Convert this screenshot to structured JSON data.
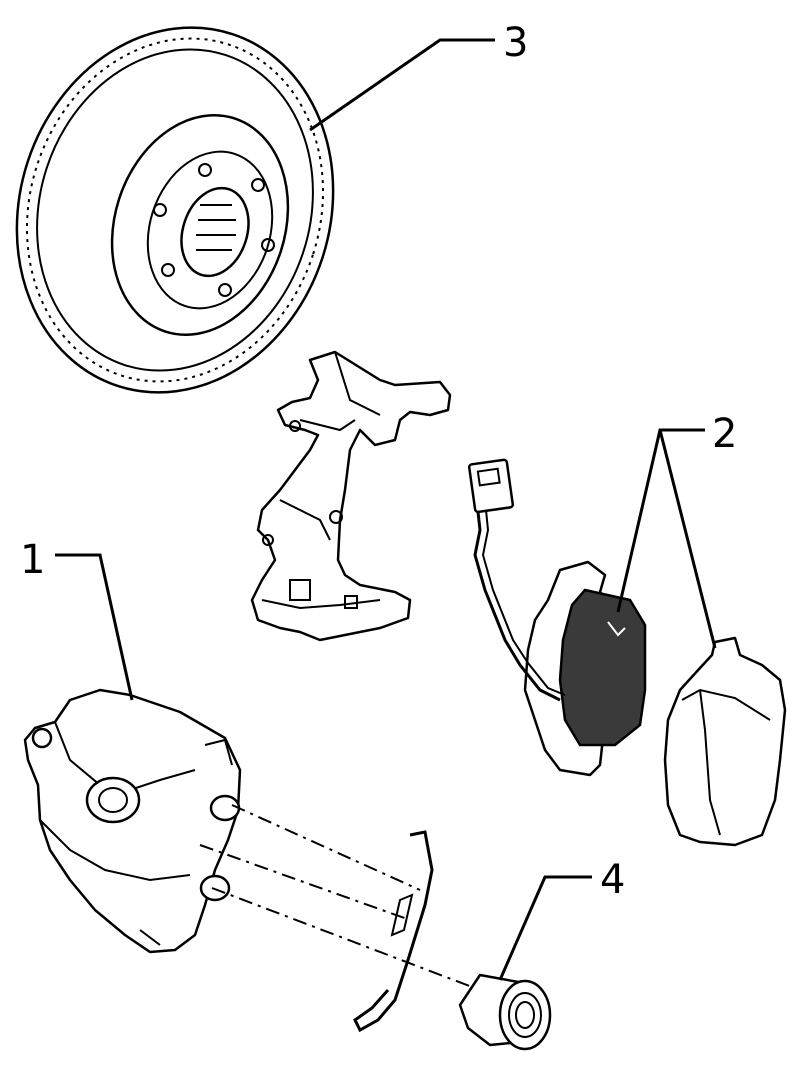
{
  "callouts": [
    {
      "id": "1",
      "label": "1"
    },
    {
      "id": "2",
      "label": "2"
    },
    {
      "id": "3",
      "label": "3"
    },
    {
      "id": "4",
      "label": "4"
    }
  ],
  "colors": {
    "line": "#000000",
    "background": "#ffffff",
    "pad_fill": "#3a3a3a"
  }
}
